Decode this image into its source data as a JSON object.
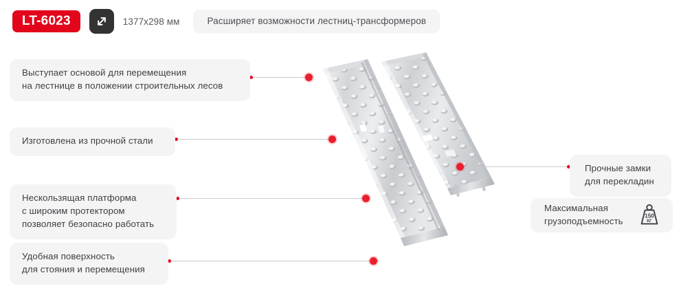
{
  "header": {
    "sku": "LT-6023",
    "dimension_icon": "resize-diagonal-icon",
    "dimensions": "1377x298 мм",
    "tagline": "Расширяет возможности лестниц-трансформеров"
  },
  "callouts": [
    {
      "id": "callout-1",
      "side": "left",
      "text": "Выступает основой для перемещения\nна лестнице в положении строительных лесов"
    },
    {
      "id": "callout-2",
      "side": "left",
      "text": "Изготовлена из прочной стали"
    },
    {
      "id": "callout-3",
      "side": "left",
      "text": "Нескользящая платформа\nс широким протектором\nпозволяет безопасно работать"
    },
    {
      "id": "callout-4",
      "side": "left",
      "text": "Удобная поверхность\nдля стояния и перемещения"
    },
    {
      "id": "callout-5",
      "side": "right",
      "text": "Прочные замки\nдля перекладин"
    }
  ],
  "capacity": {
    "label": "Максимальная\nгрузоподъемность",
    "icon": "weight-150kg-icon",
    "value": "150",
    "unit": "КГ"
  },
  "product": {
    "name": "ladder-platform-panels",
    "alt": "Две стальные перфорированные платформы"
  },
  "colors": {
    "accent_red": "#e3051b",
    "marker_red": "#ea1f2d",
    "panel_bg": "#f4f4f4",
    "text": "#3c3f43",
    "icon_dark": "#333333",
    "leader_line": "#c9c9cb"
  }
}
